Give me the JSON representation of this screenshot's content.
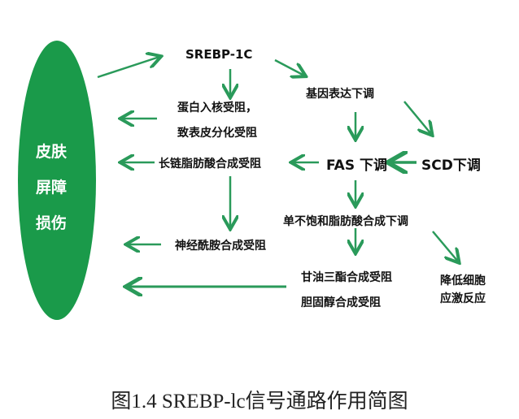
{
  "skin_damage": [
    "皮肤",
    "屏障",
    "损伤"
  ],
  "nodes": {
    "srebp": "SREBP-1C",
    "protein_1": "蛋白入核受阻，",
    "protein_2": "致表皮分化受阻",
    "gene": "基因表达下调",
    "long_chain": "长链脂肪酸合成受阻",
    "fas": "FAS 下调",
    "scd": "SCD下调",
    "mufa": "单不饱和脂肪酸合成下调",
    "ceramide": "神经酰胺合成受阻",
    "tg": "甘油三酯合成受阻",
    "chol": "胆固醇合成受阻",
    "stress_1": "降低细胞",
    "stress_2": "应激反应"
  },
  "caption": "图1.4 SREBP-lc信号通路作用简图",
  "colors": {
    "green": "#1a9a4a",
    "arrow": "#2a9a5a"
  }
}
